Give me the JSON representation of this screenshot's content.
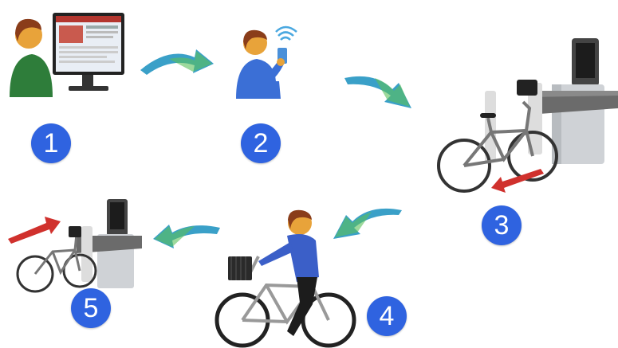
{
  "steps": [
    {
      "number": "1",
      "icon": "person-at-computer-icon"
    },
    {
      "number": "2",
      "icon": "person-with-phone-icon"
    },
    {
      "number": "3",
      "icon": "bike-at-dock-unlock-icon"
    },
    {
      "number": "4",
      "icon": "person-riding-bike-icon"
    },
    {
      "number": "5",
      "icon": "bike-return-dock-icon"
    }
  ],
  "colors": {
    "badge": "#2f63e0",
    "skin": "#e8a33a",
    "hair": "#8a3d1a",
    "shirt_1": "#2e7d3a",
    "shirt_2": "#3b6fd6",
    "shirt_4": "#3b5fc8",
    "arrow_flow": "#3aa0c8",
    "arrow_red": "#d0312d"
  }
}
